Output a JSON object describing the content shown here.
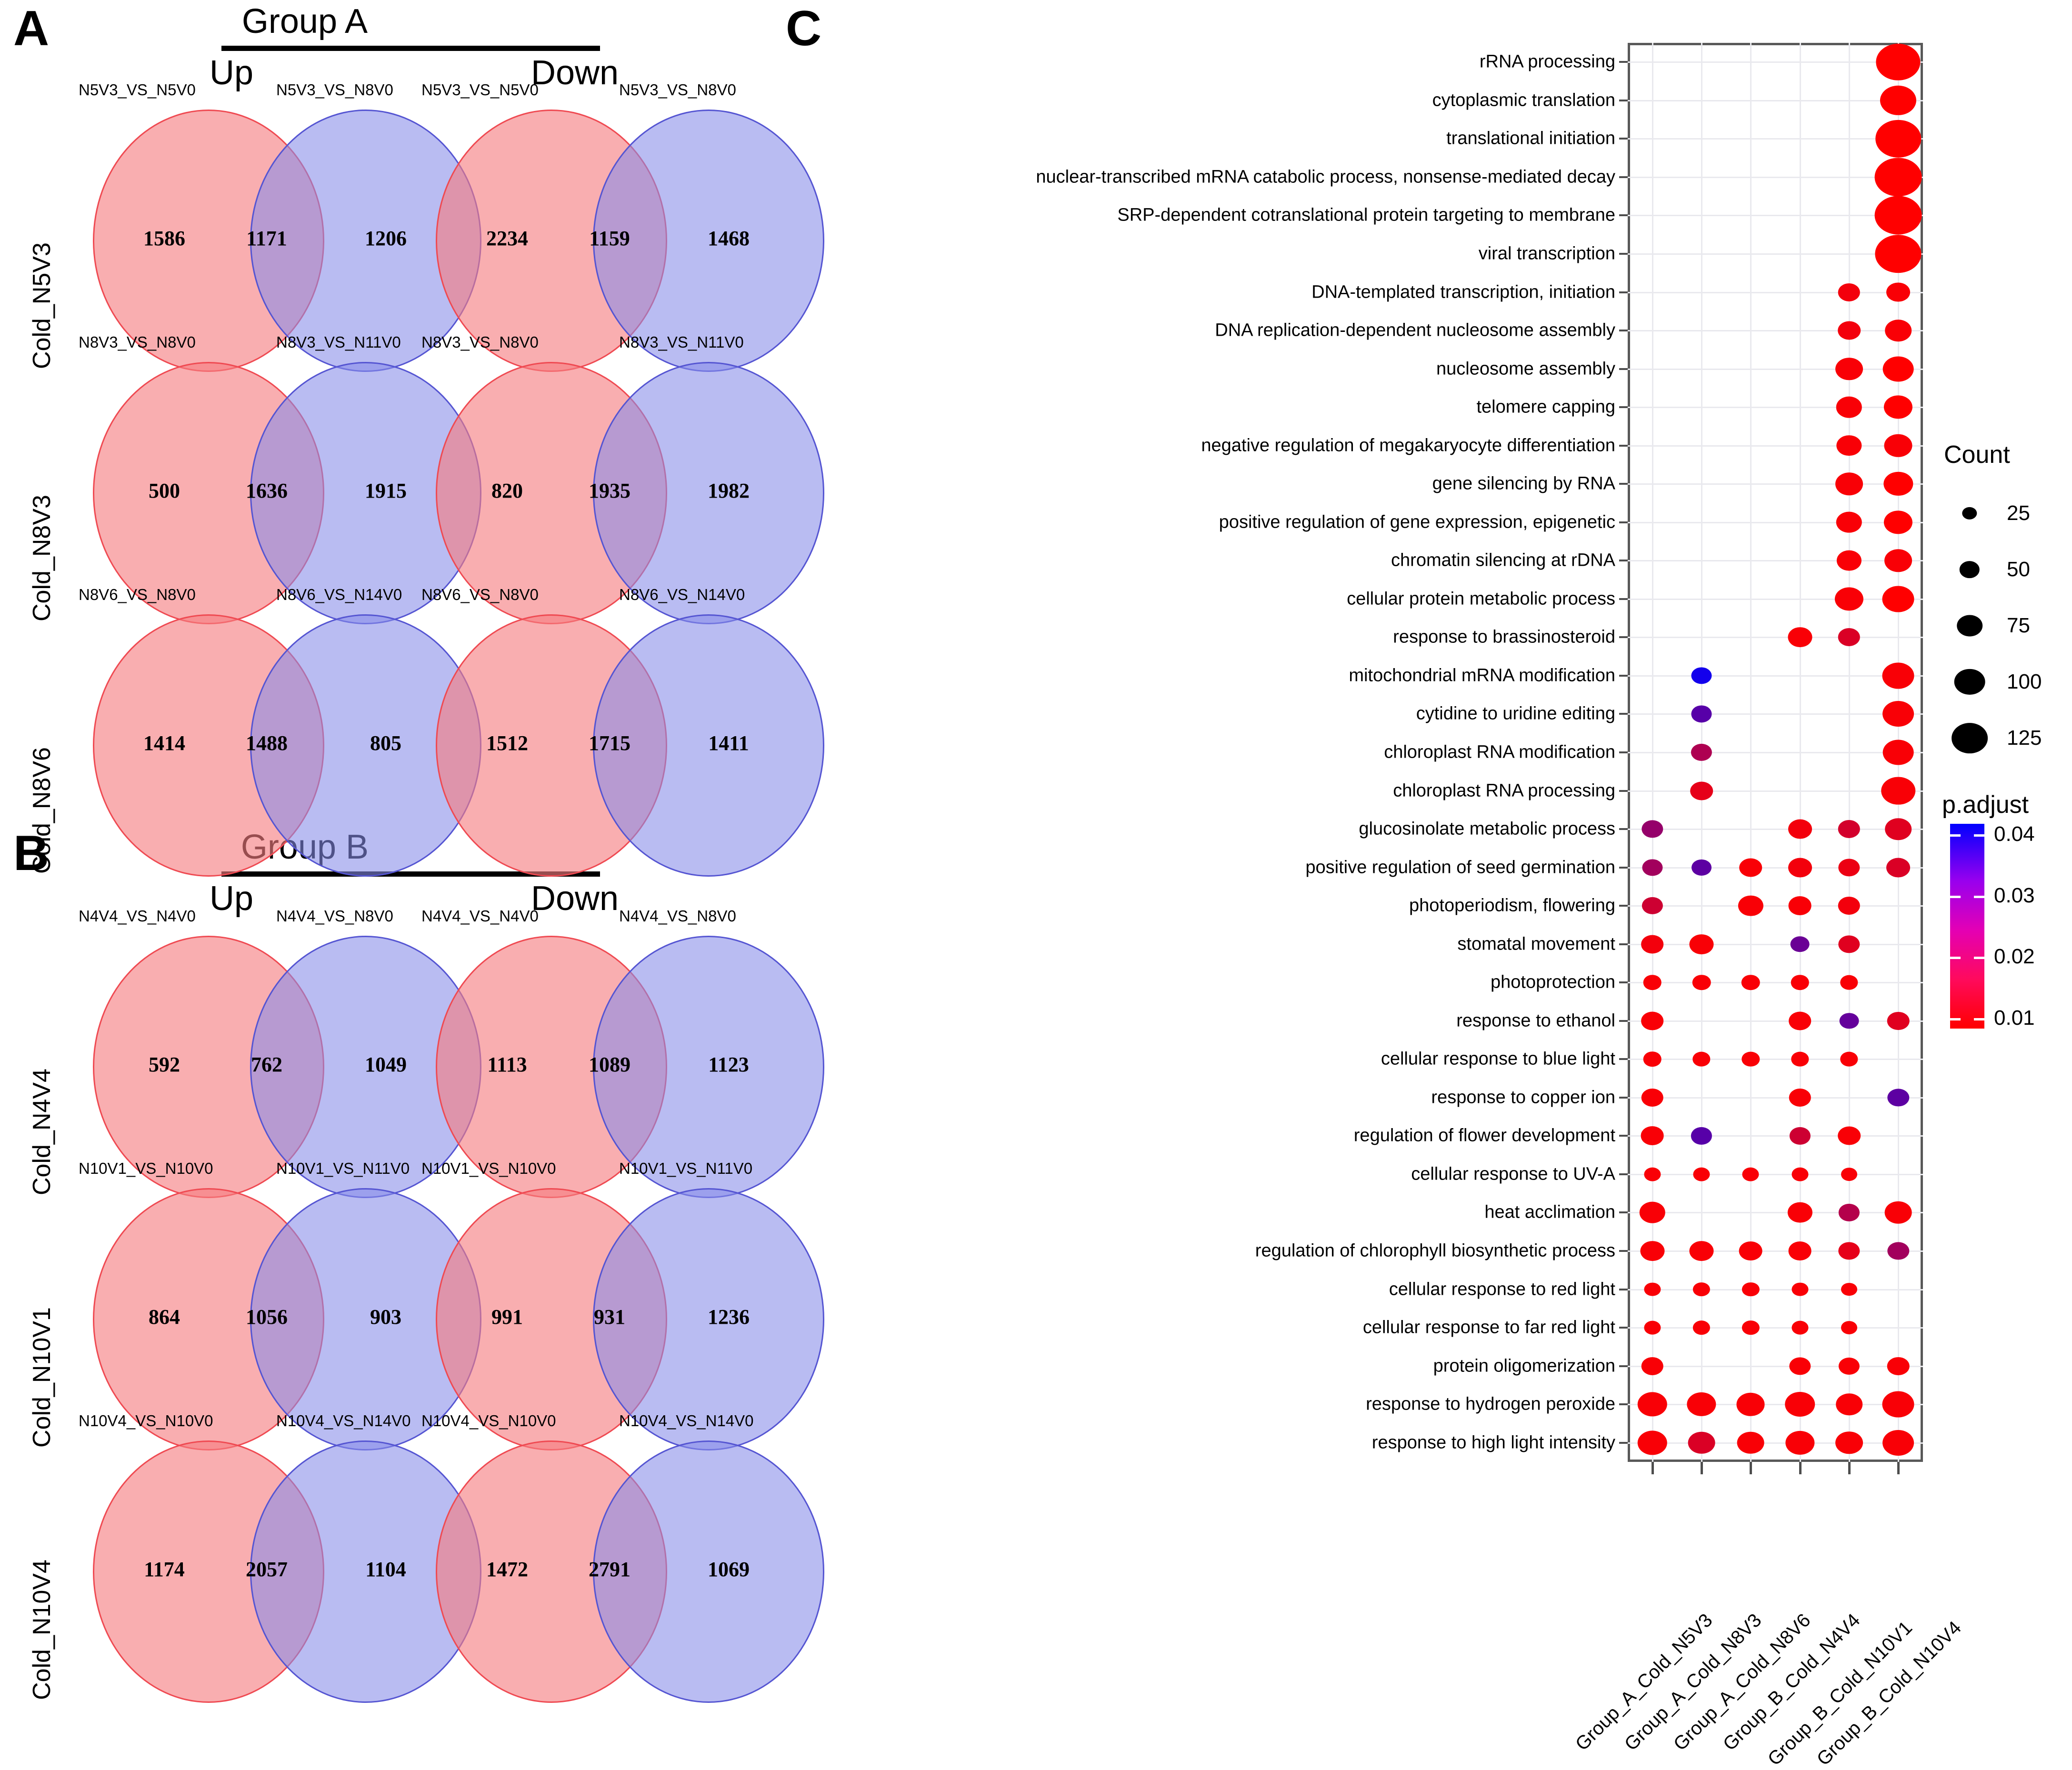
{
  "panels": {
    "a": {
      "letter": "A",
      "group_title": "Group A",
      "up_label": "Up",
      "down_label": "Down",
      "rows": [
        {
          "row_label": "Cold_N5V3",
          "up": {
            "left_set": "N5V3_VS_N5V0",
            "right_set": "N5V3_VS_N8V0",
            "left": "1586",
            "center": "1171",
            "right": "1206"
          },
          "down": {
            "left_set": "N5V3_VS_N5V0",
            "right_set": "N5V3_VS_N8V0",
            "left": "2234",
            "center": "1159",
            "right": "1468"
          }
        },
        {
          "row_label": "Cold_N8V3",
          "up": {
            "left_set": "N8V3_VS_N8V0",
            "right_set": "N8V3_VS_N11V0",
            "left": "500",
            "center": "1636",
            "right": "1915"
          },
          "down": {
            "left_set": "N8V3_VS_N8V0",
            "right_set": "N8V3_VS_N11V0",
            "left": "820",
            "center": "1935",
            "right": "1982"
          }
        },
        {
          "row_label": "Cold_N8V6",
          "up": {
            "left_set": "N8V6_VS_N8V0",
            "right_set": "N8V6_VS_N14V0",
            "left": "1414",
            "center": "1488",
            "right": "805"
          },
          "down": {
            "left_set": "N8V6_VS_N8V0",
            "right_set": "N8V6_VS_N14V0",
            "left": "1512",
            "center": "1715",
            "right": "1411"
          }
        }
      ]
    },
    "b": {
      "letter": "B",
      "group_title": "Group B",
      "up_label": "Up",
      "down_label": "Down",
      "rows": [
        {
          "row_label": "Cold_N4V4",
          "up": {
            "left_set": "N4V4_VS_N4V0",
            "right_set": "N4V4_VS_N8V0",
            "left": "592",
            "center": "762",
            "right": "1049"
          },
          "down": {
            "left_set": "N4V4_VS_N4V0",
            "right_set": "N4V4_VS_N8V0",
            "left": "1113",
            "center": "1089",
            "right": "1123"
          }
        },
        {
          "row_label": "Cold_N10V1",
          "up": {
            "left_set": "N10V1_VS_N10V0",
            "right_set": "N10V1_VS_N11V0",
            "left": "864",
            "center": "1056",
            "right": "903"
          },
          "down": {
            "left_set": "N10V1_VS_N10V0",
            "right_set": "N10V1_VS_N11V0",
            "left": "991",
            "center": "931",
            "right": "1236"
          }
        },
        {
          "row_label": "Cold_N10V4",
          "up": {
            "left_set": "N10V4_VS_N10V0",
            "right_set": "N10V4_VS_N14V0",
            "left": "1174",
            "center": "2057",
            "right": "1104"
          },
          "down": {
            "left_set": "N10V4_VS_N10V0",
            "right_set": "N10V4_VS_N14V0",
            "left": "1472",
            "center": "2791",
            "right": "1069"
          }
        }
      ]
    },
    "c": {
      "letter": "C"
    }
  },
  "chart_data": {
    "type": "scatter",
    "title": "",
    "xlabel": "",
    "ylabel": "",
    "grid": true,
    "legend_position": "right",
    "size_legend": {
      "title": "Count",
      "values": [
        25,
        50,
        75,
        100,
        125
      ]
    },
    "color_legend": {
      "title": "p.adjust",
      "ticks": [
        "0.04",
        "0.03",
        "0.02",
        "0.01"
      ],
      "min": 0.004,
      "max": 0.045,
      "low_color": "#FF0000",
      "high_color": "#0000FF"
    },
    "categories_x": [
      "Group_A_Cold_N5V3",
      "Group_A_Cold_N8V3",
      "Group_A_Cold_N8V6",
      "Group_B_Cold_N4V4",
      "Group_B_Cold_N10V1",
      "Group_B_Cold_N10V4"
    ],
    "categories_y": [
      "rRNA processing",
      "cytoplasmic translation",
      "translational initiation",
      "nuclear-transcribed mRNA catabolic process, nonsense-mediated decay",
      "SRP-dependent cotranslational protein targeting to membrane",
      "viral transcription",
      "DNA-templated transcription, initiation",
      "DNA replication-dependent nucleosome assembly",
      "nucleosome assembly",
      "telomere capping",
      "negative regulation of megakaryocyte differentiation",
      "gene silencing by RNA",
      "positive regulation of gene expression, epigenetic",
      "chromatin silencing at rDNA",
      "cellular protein metabolic process",
      "response to brassinosteroid",
      "mitochondrial mRNA modification",
      "cytidine to uridine editing",
      "chloroplast RNA modification",
      "chloroplast RNA processing",
      "glucosinolate metabolic process",
      "positive regulation of seed germination",
      "photoperiodism, flowering",
      "stomatal movement",
      "photoprotection",
      "response to ethanol",
      "cellular response to blue light",
      "response to copper ion",
      "regulation of flower development",
      "cellular response to UV-A",
      "heat acclimation",
      "regulation of chlorophyll biosynthetic process",
      "cellular response to red light",
      "cellular response to far red light",
      "protein oligomerization",
      "response to hydrogen peroxide",
      "response to high light intensity"
    ],
    "points": [
      {
        "x": 5,
        "y": 0,
        "count": 118,
        "p": 0.004
      },
      {
        "x": 5,
        "y": 1,
        "count": 88,
        "p": 0.004
      },
      {
        "x": 5,
        "y": 2,
        "count": 122,
        "p": 0.004
      },
      {
        "x": 5,
        "y": 3,
        "count": 128,
        "p": 0.004
      },
      {
        "x": 5,
        "y": 4,
        "count": 128,
        "p": 0.004
      },
      {
        "x": 5,
        "y": 5,
        "count": 125,
        "p": 0.004
      },
      {
        "x": 4,
        "y": 6,
        "count": 36,
        "p": 0.006
      },
      {
        "x": 5,
        "y": 6,
        "count": 42,
        "p": 0.005
      },
      {
        "x": 4,
        "y": 7,
        "count": 38,
        "p": 0.006
      },
      {
        "x": 5,
        "y": 7,
        "count": 52,
        "p": 0.005
      },
      {
        "x": 4,
        "y": 8,
        "count": 56,
        "p": 0.005
      },
      {
        "x": 5,
        "y": 8,
        "count": 68,
        "p": 0.004
      },
      {
        "x": 4,
        "y": 9,
        "count": 50,
        "p": 0.005
      },
      {
        "x": 5,
        "y": 9,
        "count": 60,
        "p": 0.004
      },
      {
        "x": 4,
        "y": 10,
        "count": 48,
        "p": 0.005
      },
      {
        "x": 5,
        "y": 10,
        "count": 58,
        "p": 0.005
      },
      {
        "x": 4,
        "y": 11,
        "count": 56,
        "p": 0.005
      },
      {
        "x": 5,
        "y": 11,
        "count": 62,
        "p": 0.004
      },
      {
        "x": 4,
        "y": 12,
        "count": 50,
        "p": 0.005
      },
      {
        "x": 5,
        "y": 12,
        "count": 60,
        "p": 0.004
      },
      {
        "x": 4,
        "y": 13,
        "count": 46,
        "p": 0.005
      },
      {
        "x": 5,
        "y": 13,
        "count": 56,
        "p": 0.005
      },
      {
        "x": 4,
        "y": 14,
        "count": 60,
        "p": 0.005
      },
      {
        "x": 5,
        "y": 14,
        "count": 72,
        "p": 0.004
      },
      {
        "x": 3,
        "y": 15,
        "count": 44,
        "p": 0.005
      },
      {
        "x": 4,
        "y": 15,
        "count": 36,
        "p": 0.01
      },
      {
        "x": 1,
        "y": 16,
        "count": 30,
        "p": 0.042
      },
      {
        "x": 5,
        "y": 16,
        "count": 72,
        "p": 0.005
      },
      {
        "x": 1,
        "y": 17,
        "count": 30,
        "p": 0.031
      },
      {
        "x": 5,
        "y": 17,
        "count": 70,
        "p": 0.005
      },
      {
        "x": 1,
        "y": 18,
        "count": 32,
        "p": 0.017
      },
      {
        "x": 5,
        "y": 18,
        "count": 68,
        "p": 0.005
      },
      {
        "x": 1,
        "y": 19,
        "count": 38,
        "p": 0.008
      },
      {
        "x": 5,
        "y": 19,
        "count": 80,
        "p": 0.005
      },
      {
        "x": 0,
        "y": 20,
        "count": 34,
        "p": 0.021
      },
      {
        "x": 3,
        "y": 20,
        "count": 42,
        "p": 0.006
      },
      {
        "x": 4,
        "y": 20,
        "count": 36,
        "p": 0.011
      },
      {
        "x": 5,
        "y": 20,
        "count": 52,
        "p": 0.009
      },
      {
        "x": 0,
        "y": 21,
        "count": 30,
        "p": 0.019
      },
      {
        "x": 1,
        "y": 21,
        "count": 28,
        "p": 0.03
      },
      {
        "x": 2,
        "y": 21,
        "count": 38,
        "p": 0.005
      },
      {
        "x": 3,
        "y": 21,
        "count": 42,
        "p": 0.006
      },
      {
        "x": 4,
        "y": 21,
        "count": 34,
        "p": 0.007
      },
      {
        "x": 5,
        "y": 21,
        "count": 42,
        "p": 0.01
      },
      {
        "x": 0,
        "y": 22,
        "count": 32,
        "p": 0.012
      },
      {
        "x": 2,
        "y": 22,
        "count": 46,
        "p": 0.005
      },
      {
        "x": 3,
        "y": 22,
        "count": 40,
        "p": 0.005
      },
      {
        "x": 4,
        "y": 22,
        "count": 36,
        "p": 0.006
      },
      {
        "x": 0,
        "y": 23,
        "count": 38,
        "p": 0.006
      },
      {
        "x": 1,
        "y": 23,
        "count": 44,
        "p": 0.005
      },
      {
        "x": 3,
        "y": 23,
        "count": 26,
        "p": 0.028
      },
      {
        "x": 4,
        "y": 23,
        "count": 34,
        "p": 0.009
      },
      {
        "x": 0,
        "y": 24,
        "count": 22,
        "p": 0.005
      },
      {
        "x": 1,
        "y": 24,
        "count": 22,
        "p": 0.005
      },
      {
        "x": 2,
        "y": 24,
        "count": 22,
        "p": 0.005
      },
      {
        "x": 3,
        "y": 24,
        "count": 22,
        "p": 0.005
      },
      {
        "x": 4,
        "y": 24,
        "count": 20,
        "p": 0.005
      },
      {
        "x": 0,
        "y": 25,
        "count": 38,
        "p": 0.005
      },
      {
        "x": 3,
        "y": 25,
        "count": 38,
        "p": 0.005
      },
      {
        "x": 4,
        "y": 25,
        "count": 26,
        "p": 0.029
      },
      {
        "x": 5,
        "y": 25,
        "count": 36,
        "p": 0.009
      },
      {
        "x": 0,
        "y": 26,
        "count": 22,
        "p": 0.005
      },
      {
        "x": 1,
        "y": 26,
        "count": 20,
        "p": 0.005
      },
      {
        "x": 2,
        "y": 26,
        "count": 20,
        "p": 0.005
      },
      {
        "x": 3,
        "y": 26,
        "count": 20,
        "p": 0.005
      },
      {
        "x": 4,
        "y": 26,
        "count": 20,
        "p": 0.005
      },
      {
        "x": 0,
        "y": 27,
        "count": 36,
        "p": 0.005
      },
      {
        "x": 3,
        "y": 27,
        "count": 36,
        "p": 0.005
      },
      {
        "x": 5,
        "y": 27,
        "count": 34,
        "p": 0.03
      },
      {
        "x": 0,
        "y": 28,
        "count": 40,
        "p": 0.005
      },
      {
        "x": 1,
        "y": 28,
        "count": 32,
        "p": 0.031
      },
      {
        "x": 3,
        "y": 28,
        "count": 32,
        "p": 0.012
      },
      {
        "x": 4,
        "y": 28,
        "count": 38,
        "p": 0.005
      },
      {
        "x": 0,
        "y": 29,
        "count": 16,
        "p": 0.005
      },
      {
        "x": 1,
        "y": 29,
        "count": 16,
        "p": 0.005
      },
      {
        "x": 2,
        "y": 29,
        "count": 16,
        "p": 0.005
      },
      {
        "x": 3,
        "y": 29,
        "count": 16,
        "p": 0.005
      },
      {
        "x": 4,
        "y": 29,
        "count": 14,
        "p": 0.005
      },
      {
        "x": 0,
        "y": 30,
        "count": 50,
        "p": 0.005
      },
      {
        "x": 3,
        "y": 30,
        "count": 46,
        "p": 0.005
      },
      {
        "x": 4,
        "y": 30,
        "count": 32,
        "p": 0.016
      },
      {
        "x": 5,
        "y": 30,
        "count": 54,
        "p": 0.005
      },
      {
        "x": 0,
        "y": 31,
        "count": 44,
        "p": 0.005
      },
      {
        "x": 1,
        "y": 31,
        "count": 44,
        "p": 0.005
      },
      {
        "x": 2,
        "y": 31,
        "count": 40,
        "p": 0.005
      },
      {
        "x": 3,
        "y": 31,
        "count": 40,
        "p": 0.005
      },
      {
        "x": 4,
        "y": 31,
        "count": 34,
        "p": 0.008
      },
      {
        "x": 5,
        "y": 31,
        "count": 34,
        "p": 0.019
      },
      {
        "x": 0,
        "y": 32,
        "count": 16,
        "p": 0.005
      },
      {
        "x": 1,
        "y": 32,
        "count": 18,
        "p": 0.005
      },
      {
        "x": 2,
        "y": 32,
        "count": 18,
        "p": 0.005
      },
      {
        "x": 3,
        "y": 32,
        "count": 16,
        "p": 0.005
      },
      {
        "x": 4,
        "y": 32,
        "count": 14,
        "p": 0.005
      },
      {
        "x": 0,
        "y": 33,
        "count": 16,
        "p": 0.005
      },
      {
        "x": 1,
        "y": 33,
        "count": 18,
        "p": 0.005
      },
      {
        "x": 2,
        "y": 33,
        "count": 18,
        "p": 0.005
      },
      {
        "x": 3,
        "y": 33,
        "count": 16,
        "p": 0.005
      },
      {
        "x": 4,
        "y": 33,
        "count": 14,
        "p": 0.005
      },
      {
        "x": 0,
        "y": 34,
        "count": 36,
        "p": 0.005
      },
      {
        "x": 3,
        "y": 34,
        "count": 34,
        "p": 0.005
      },
      {
        "x": 4,
        "y": 34,
        "count": 32,
        "p": 0.005
      },
      {
        "x": 5,
        "y": 34,
        "count": 36,
        "p": 0.005
      },
      {
        "x": 0,
        "y": 35,
        "count": 64,
        "p": 0.005
      },
      {
        "x": 1,
        "y": 35,
        "count": 62,
        "p": 0.005
      },
      {
        "x": 2,
        "y": 35,
        "count": 58,
        "p": 0.005
      },
      {
        "x": 3,
        "y": 35,
        "count": 66,
        "p": 0.005
      },
      {
        "x": 4,
        "y": 35,
        "count": 52,
        "p": 0.005
      },
      {
        "x": 5,
        "y": 35,
        "count": 72,
        "p": 0.005
      },
      {
        "x": 0,
        "y": 36,
        "count": 64,
        "p": 0.005
      },
      {
        "x": 1,
        "y": 36,
        "count": 54,
        "p": 0.01
      },
      {
        "x": 2,
        "y": 36,
        "count": 54,
        "p": 0.005
      },
      {
        "x": 3,
        "y": 36,
        "count": 62,
        "p": 0.005
      },
      {
        "x": 4,
        "y": 36,
        "count": 56,
        "p": 0.005
      },
      {
        "x": 5,
        "y": 36,
        "count": 70,
        "p": 0.005
      }
    ]
  }
}
